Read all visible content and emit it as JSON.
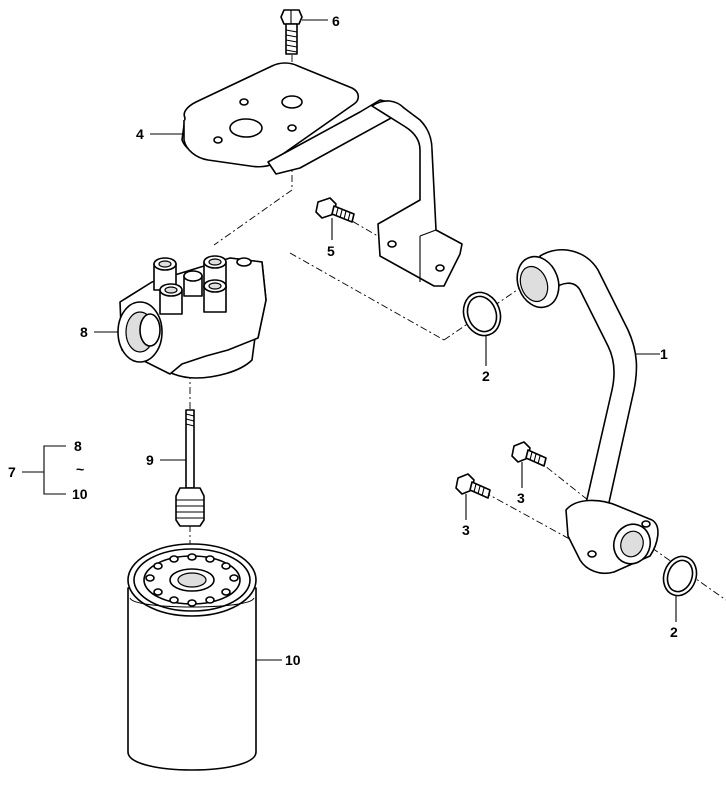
{
  "callouts": {
    "c1": "1",
    "c2a": "2",
    "c2b": "2",
    "c3a": "3",
    "c3b": "3",
    "c4": "4",
    "c5": "5",
    "c6": "6",
    "c7": "7",
    "c8": "8",
    "c8_range": "8",
    "c_tilde": "~",
    "c10_range": "10",
    "c9": "9",
    "c10": "10"
  }
}
